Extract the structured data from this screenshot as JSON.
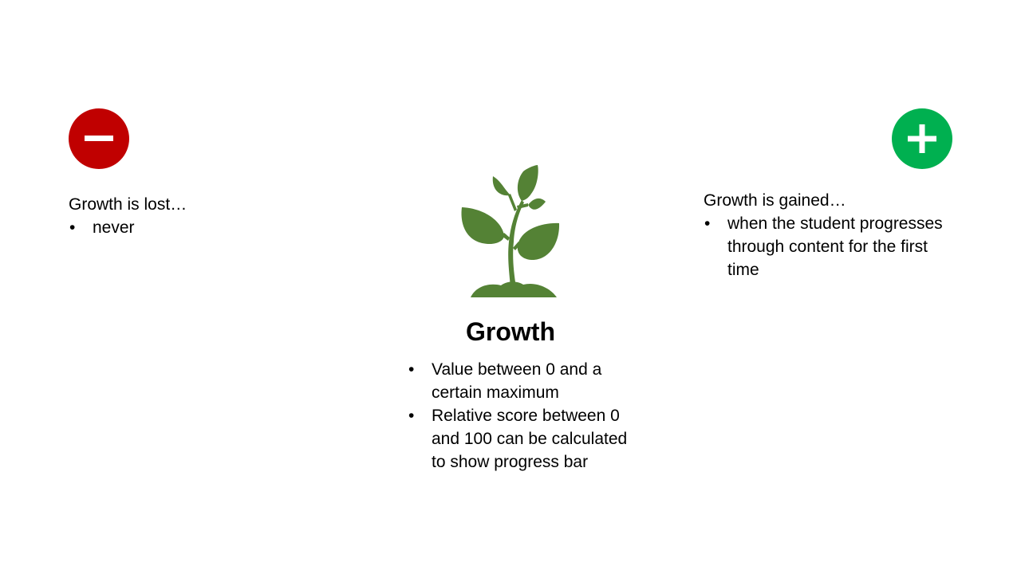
{
  "left": {
    "icon": "minus-circle-icon",
    "icon_color": "#C00000",
    "title": "Growth is lost…",
    "bullets": [
      "never"
    ]
  },
  "right": {
    "icon": "plus-circle-icon",
    "icon_color": "#00B050",
    "title": "Growth is gained…",
    "bullets": [
      "when the student progresses through content for the first time"
    ]
  },
  "center": {
    "icon": "plant-sprout-icon",
    "icon_color": "#548235",
    "title": "Growth",
    "bullets": [
      "Value between 0 and a certain maximum",
      "Relative score between 0 and 100 can be calculated to show progress bar"
    ]
  }
}
